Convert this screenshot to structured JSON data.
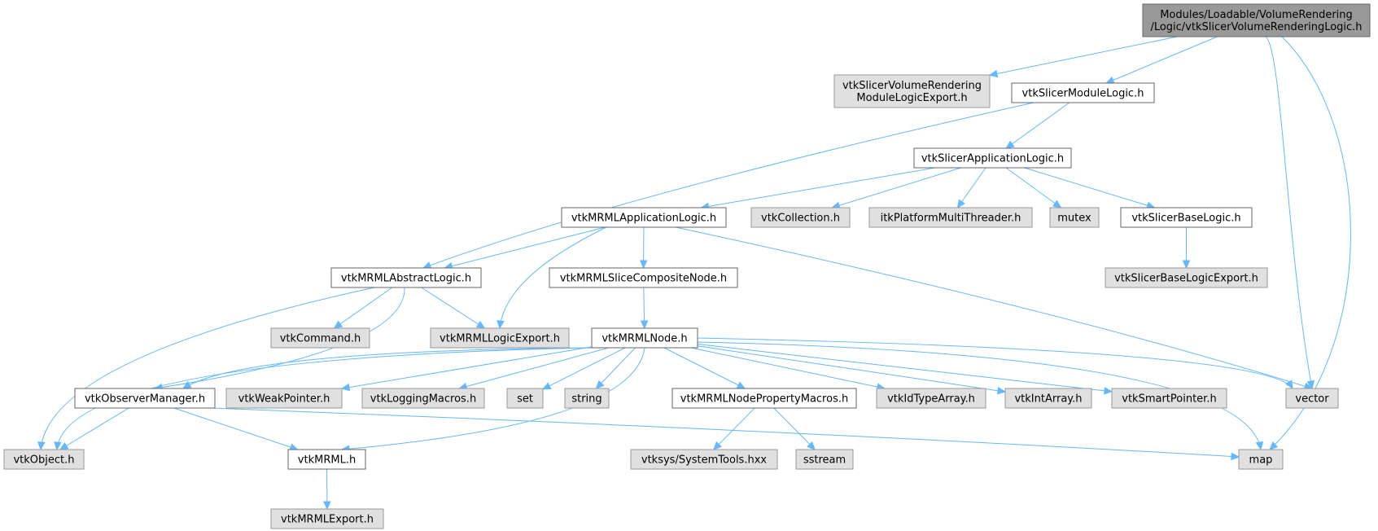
{
  "colors": {
    "edge": "#63b8ff",
    "root_fill": "#999999",
    "linked_fill": "#ffffff",
    "external_fill": "#e0e0e0",
    "linked_border": "#666666",
    "external_border": "#999999"
  },
  "nodes": {
    "root": {
      "lines": [
        "Modules/Loadable/VolumeRendering",
        "/Logic/vtkSlicerVolumeRenderingLogic.h"
      ],
      "kind": "root"
    },
    "vr_export": {
      "lines": [
        "vtkSlicerVolumeRendering",
        "ModuleLogicExport.h"
      ],
      "kind": "external"
    },
    "module_logic": {
      "lines": [
        "vtkSlicerModuleLogic.h"
      ],
      "kind": "linked"
    },
    "app_logic": {
      "lines": [
        "vtkSlicerApplicationLogic.h"
      ],
      "kind": "linked"
    },
    "mrml_app_logic": {
      "lines": [
        "vtkMRMLApplicationLogic.h"
      ],
      "kind": "linked"
    },
    "vtk_collection": {
      "lines": [
        "vtkCollection.h"
      ],
      "kind": "external"
    },
    "itk_threader": {
      "lines": [
        "itkPlatformMultiThreader.h"
      ],
      "kind": "external"
    },
    "mutex": {
      "lines": [
        "mutex"
      ],
      "kind": "external"
    },
    "base_logic": {
      "lines": [
        "vtkSlicerBaseLogic.h"
      ],
      "kind": "linked"
    },
    "base_logic_export": {
      "lines": [
        "vtkSlicerBaseLogicExport.h"
      ],
      "kind": "external"
    },
    "abstract_logic": {
      "lines": [
        "vtkMRMLAbstractLogic.h"
      ],
      "kind": "linked"
    },
    "slice_composite": {
      "lines": [
        "vtkMRMLSliceCompositeNode.h"
      ],
      "kind": "linked"
    },
    "vtk_command": {
      "lines": [
        "vtkCommand.h"
      ],
      "kind": "external"
    },
    "logic_export": {
      "lines": [
        "vtkMRMLLogicExport.h"
      ],
      "kind": "external"
    },
    "mrml_node": {
      "lines": [
        "vtkMRMLNode.h"
      ],
      "kind": "linked"
    },
    "observer_mgr": {
      "lines": [
        "vtkObserverManager.h"
      ],
      "kind": "linked"
    },
    "weak_pointer": {
      "lines": [
        "vtkWeakPointer.h"
      ],
      "kind": "external"
    },
    "logging_macros": {
      "lines": [
        "vtkLoggingMacros.h"
      ],
      "kind": "external"
    },
    "set": {
      "lines": [
        "set"
      ],
      "kind": "external"
    },
    "string": {
      "lines": [
        "string"
      ],
      "kind": "external"
    },
    "prop_macros": {
      "lines": [
        "vtkMRMLNodePropertyMacros.h"
      ],
      "kind": "linked"
    },
    "id_type_array": {
      "lines": [
        "vtkIdTypeArray.h"
      ],
      "kind": "external"
    },
    "int_array": {
      "lines": [
        "vtkIntArray.h"
      ],
      "kind": "external"
    },
    "smart_pointer": {
      "lines": [
        "vtkSmartPointer.h"
      ],
      "kind": "external"
    },
    "vector": {
      "lines": [
        "vector"
      ],
      "kind": "external"
    },
    "vtk_object": {
      "lines": [
        "vtkObject.h"
      ],
      "kind": "external"
    },
    "vtk_mrml": {
      "lines": [
        "vtkMRML.h"
      ],
      "kind": "linked"
    },
    "system_tools": {
      "lines": [
        "vtksys/SystemTools.hxx"
      ],
      "kind": "external"
    },
    "sstream": {
      "lines": [
        "sstream"
      ],
      "kind": "external"
    },
    "map": {
      "lines": [
        "map"
      ],
      "kind": "external"
    },
    "mrml_export": {
      "lines": [
        "vtkMRMLExport.h"
      ],
      "kind": "external"
    }
  },
  "edges": [
    [
      "root",
      "vr_export"
    ],
    [
      "root",
      "module_logic"
    ],
    [
      "root",
      "vector"
    ],
    [
      "root",
      "map"
    ],
    [
      "module_logic",
      "app_logic"
    ],
    [
      "module_logic",
      "abstract_logic"
    ],
    [
      "app_logic",
      "mrml_app_logic"
    ],
    [
      "app_logic",
      "vtk_collection"
    ],
    [
      "app_logic",
      "itk_threader"
    ],
    [
      "app_logic",
      "mutex"
    ],
    [
      "app_logic",
      "base_logic"
    ],
    [
      "base_logic",
      "base_logic_export"
    ],
    [
      "mrml_app_logic",
      "abstract_logic"
    ],
    [
      "mrml_app_logic",
      "logic_export"
    ],
    [
      "mrml_app_logic",
      "slice_composite"
    ],
    [
      "mrml_app_logic",
      "vector"
    ],
    [
      "abstract_logic",
      "vtk_command"
    ],
    [
      "abstract_logic",
      "logic_export"
    ],
    [
      "abstract_logic",
      "observer_mgr"
    ],
    [
      "abstract_logic",
      "vtk_object"
    ],
    [
      "slice_composite",
      "mrml_node"
    ],
    [
      "mrml_node",
      "observer_mgr"
    ],
    [
      "mrml_node",
      "vtk_object"
    ],
    [
      "mrml_node",
      "weak_pointer"
    ],
    [
      "mrml_node",
      "logging_macros"
    ],
    [
      "mrml_node",
      "set"
    ],
    [
      "mrml_node",
      "string"
    ],
    [
      "mrml_node",
      "vtk_mrml"
    ],
    [
      "mrml_node",
      "prop_macros"
    ],
    [
      "mrml_node",
      "id_type_array"
    ],
    [
      "mrml_node",
      "int_array"
    ],
    [
      "mrml_node",
      "smart_pointer"
    ],
    [
      "mrml_node",
      "vector"
    ],
    [
      "mrml_node",
      "map"
    ],
    [
      "observer_mgr",
      "vtk_object"
    ],
    [
      "observer_mgr",
      "vtk_mrml"
    ],
    [
      "observer_mgr",
      "map"
    ],
    [
      "prop_macros",
      "system_tools"
    ],
    [
      "prop_macros",
      "sstream"
    ],
    [
      "vtk_mrml",
      "mrml_export"
    ]
  ]
}
